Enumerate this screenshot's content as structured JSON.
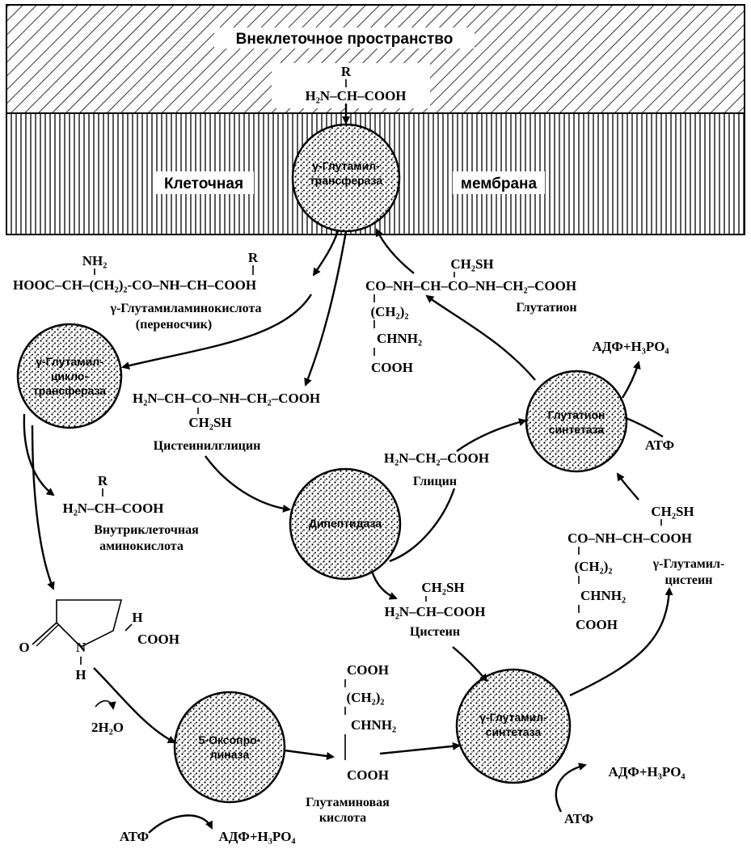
{
  "zones": {
    "extracellular": "Внеклеточное пространство",
    "membrane_left": "Клеточная",
    "membrane_right": "мембрана"
  },
  "enzymes": {
    "gamma_glutamyl_transferase": [
      "γ-Глутамил-",
      "трансфераза"
    ],
    "gamma_glutamyl_cyclotransferase": [
      "γ-Глутамил-",
      "цикло-",
      "трансфераза"
    ],
    "dipeptidase": [
      "Дипептидаза"
    ],
    "glutathione_synthetase": [
      "Глутатион",
      "синтетаза"
    ],
    "oxoprolinase": [
      "5-Оксопро-",
      "линаза"
    ],
    "gamma_glutamylcysteine_synthetase": [
      "γ-Глутамил-",
      "синтетаза"
    ]
  },
  "compounds": {
    "amino_acid_outside": {
      "r": "R",
      "formula": "H₂N–CH–COOH"
    },
    "gamma_glutamyl_amino_acid": {
      "top_nh2": "NH₂",
      "top_r": "R",
      "formula": "HOOC–CH–(CH₂)₂-CO–NH–CH–COOH",
      "name": "γ-Глутамиламинокислота",
      "name2": "(переносчик)"
    },
    "glutathione": {
      "top": "CH₂SH",
      "formula": "CO–NH–CH–CO–NH–CH₂–COOH",
      "chain1": "(CH₂)₂",
      "chain2": "CHNH₂",
      "chain3": "COOH",
      "name": "Глутатион"
    },
    "cysteinylglycine": {
      "formula": "H₂N–CH–CO–NH–CH₂–COOH",
      "side": "CH₂SH",
      "name": "Цистеинилглицин"
    },
    "intracellular_amino_acid": {
      "r": "R",
      "formula": "H₂N–CH–COOH",
      "name": "Внутриклеточная",
      "name2": "аминокислота"
    },
    "glycine": {
      "formula": "H₂N–CH₂–COOH",
      "name": "Глицин"
    },
    "cysteine": {
      "top": "CH₂SH",
      "formula": "H₂N–CH–COOH",
      "name": "Цистеин"
    },
    "gamma_glutamylcysteine": {
      "top": "CH₂SH",
      "formula": "CO–NH–CH–COOH",
      "chain1": "(CH₂)₂",
      "chain2": "CHNH₂",
      "chain3": "COOH",
      "name": "γ-Глутамил-",
      "name2": "цистеин"
    },
    "oxoproline": {
      "o": "O",
      "n": "N",
      "h_bottom": "H",
      "h_right": "H",
      "cooh": "COOH"
    },
    "glutamic_acid": {
      "line1": "COOH",
      "line2": "(CH₂)₂",
      "line3": "CHNH₂",
      "line4": "COOH",
      "name": "Глутаминовая",
      "name2": "кислота"
    }
  },
  "cofactors": {
    "adp_1": "АДФ+H₃PO₄",
    "atp_1": "АТФ",
    "adp_2": "АДФ+H₃PO₄",
    "atp_2": "АТФ",
    "adp_3": "АДФ+H₃PO₄",
    "atp_3": "АТФ",
    "water": "2H₂O"
  }
}
